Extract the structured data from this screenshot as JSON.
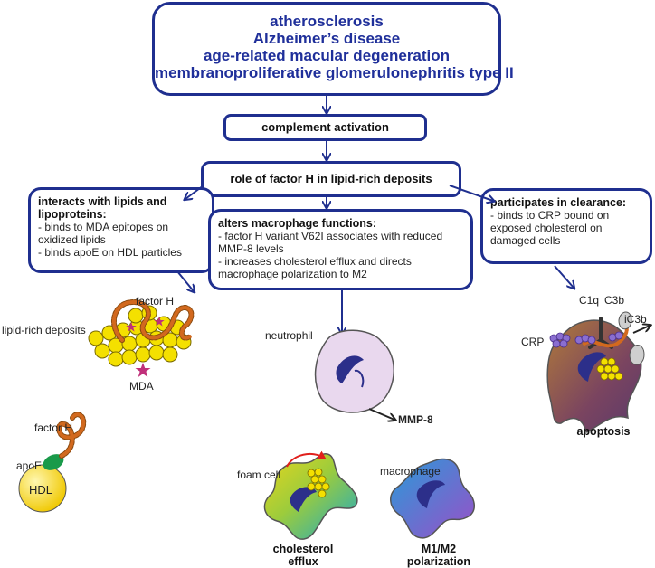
{
  "top_box": {
    "lines": [
      "atherosclerosis",
      "Alzheimer’s disease",
      "age-related macular degeneration",
      "membranoproliferative glomerulonephritis type II"
    ]
  },
  "complement_activation": "complement activation",
  "role_box": "role of factor H in lipid-rich deposits",
  "left_box": {
    "heading": "interacts with lipids and lipoproteins:",
    "items": [
      "- binds to MDA epitopes on oxidized lipids",
      "- binds apoE on HDL particles"
    ]
  },
  "mid_box": {
    "heading": "alters macrophage functions:",
    "items": [
      "- factor H variant V62I associates with reduced MMP-8 levels",
      "- increases cholesterol efflux and directs macrophage polarization to M2"
    ]
  },
  "right_box": {
    "heading": "participates in clearance:",
    "items": [
      "- binds to CRP bound on exposed cholesterol on damaged cells"
    ]
  },
  "labels": {
    "factor_h_1": "factor H",
    "lipid_deposits": "lipid-rich deposits",
    "mda": "MDA",
    "factor_h_2": "factor H",
    "apoe": "apoE",
    "hdl": "HDL",
    "neutrophil": "neutrophil",
    "mmp8": "MMP-8",
    "foam_cell": "foam cell",
    "macrophage": "macrophage",
    "cholesterol_efflux": "cholesterol efflux",
    "m1m2": "M1/M2 polarization",
    "c1q": "C1q",
    "c3b": "C3b",
    "ic3b": "iC3b",
    "crp": "CRP",
    "apoptosis": "apoptosis"
  },
  "colors": {
    "box_border": "#1f2f8f",
    "title_text": "#1f2f9a",
    "lipid_yellow": "#f4e000",
    "factor_h_orange": "#d2691e",
    "mda_star": "#c0307a",
    "neutrophil_fill": "#e9d8ee",
    "nucleus": "#2c2f8a",
    "apoe_green": "#1a9a4a",
    "crp_purple": "#8a6ed0",
    "efflux_arrow": "#e0201c"
  }
}
